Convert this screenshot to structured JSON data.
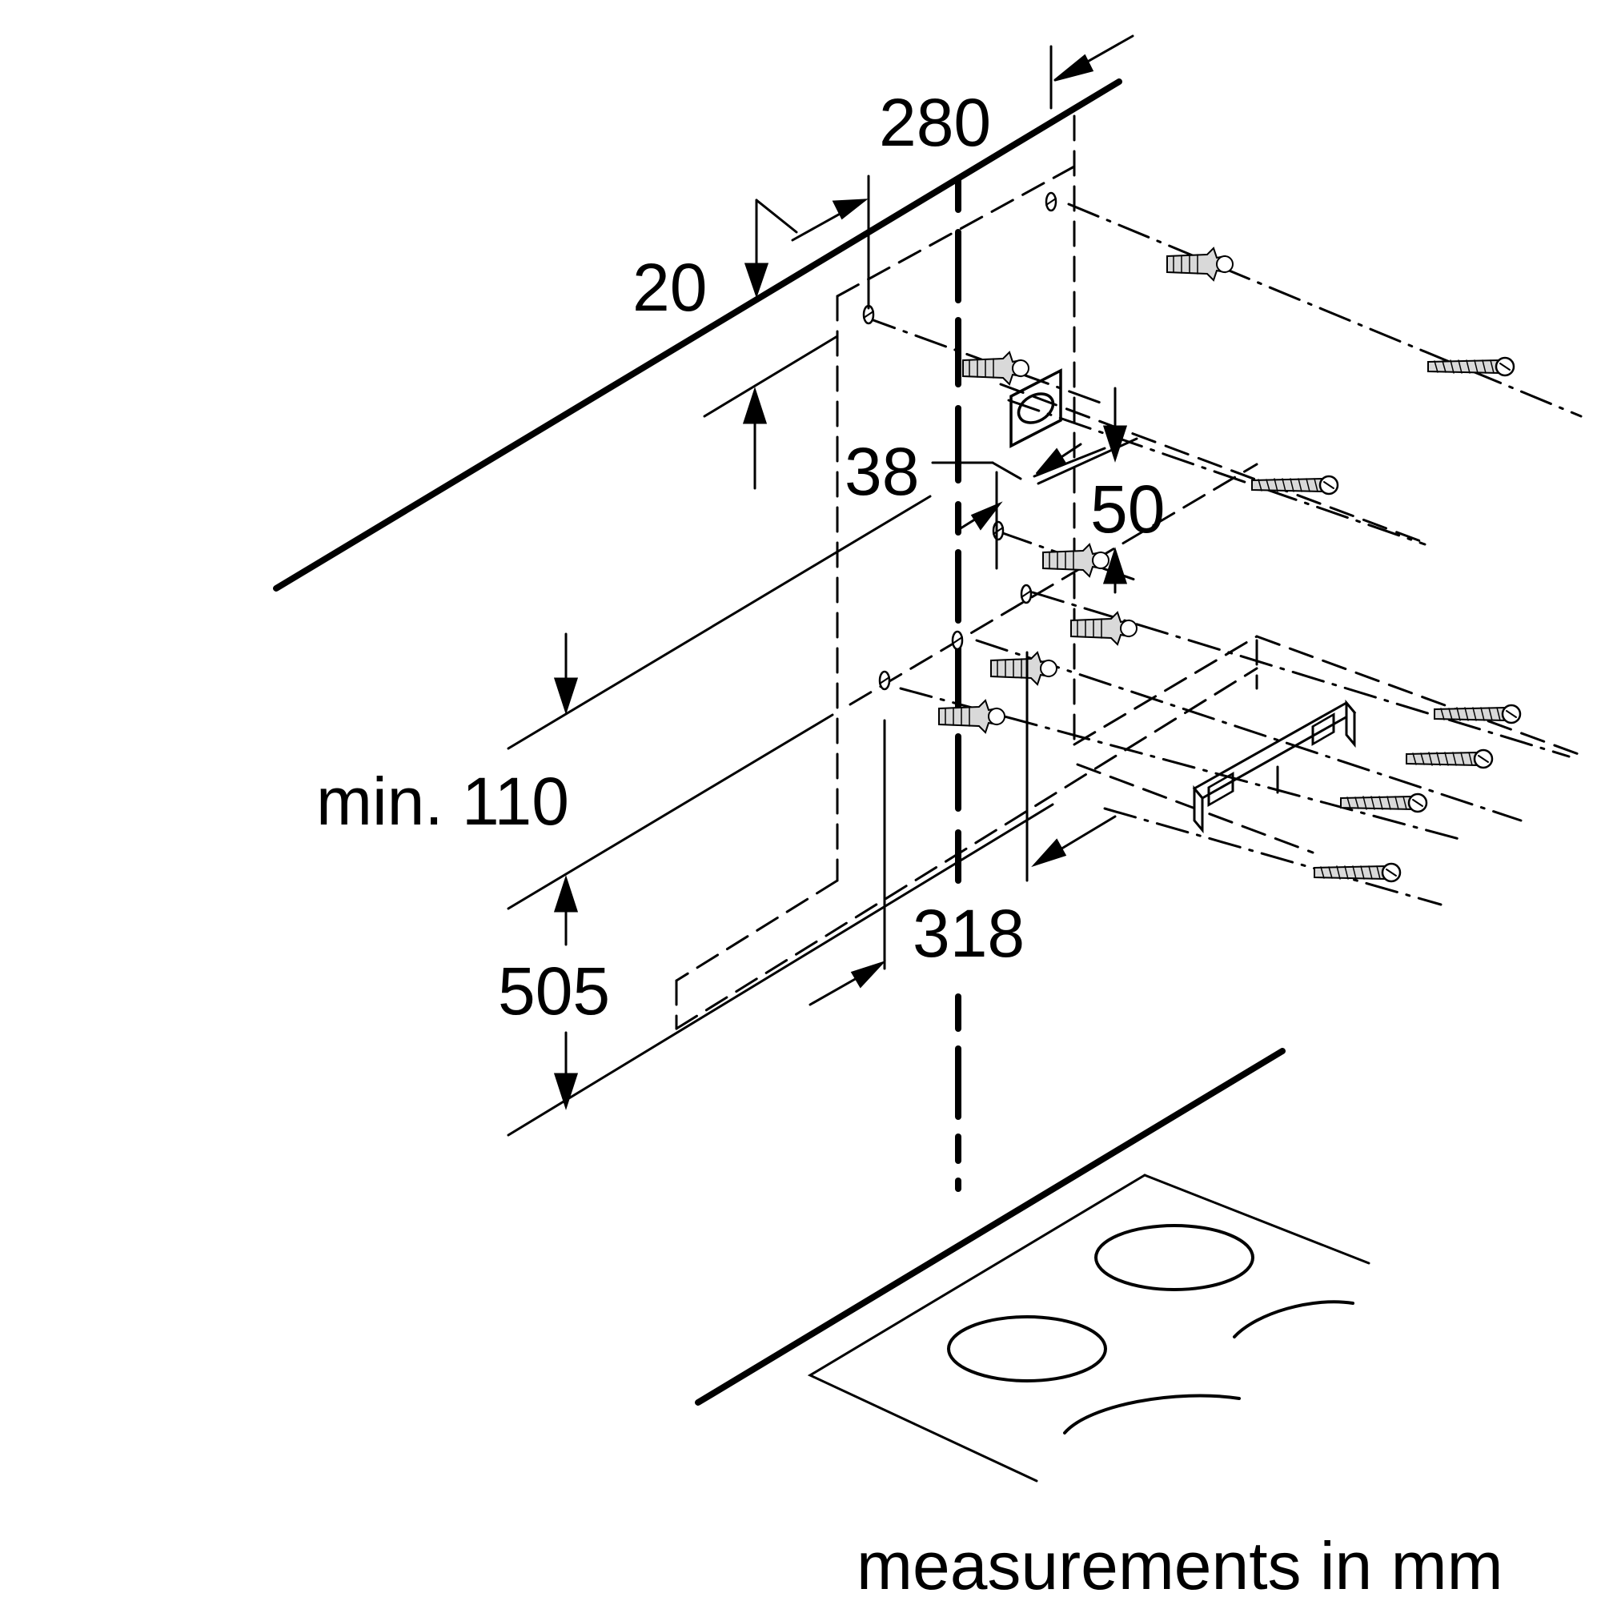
{
  "diagram": {
    "labels": {
      "d280": "280",
      "d20": "20",
      "d38": "38",
      "d50": "50",
      "d_min110": "min. 110",
      "d505": "505",
      "d318": "318"
    },
    "footer": "measurements in mm",
    "colors": {
      "ink": "#000000",
      "background": "#ffffff",
      "plug": "#d9d9d9"
    }
  }
}
